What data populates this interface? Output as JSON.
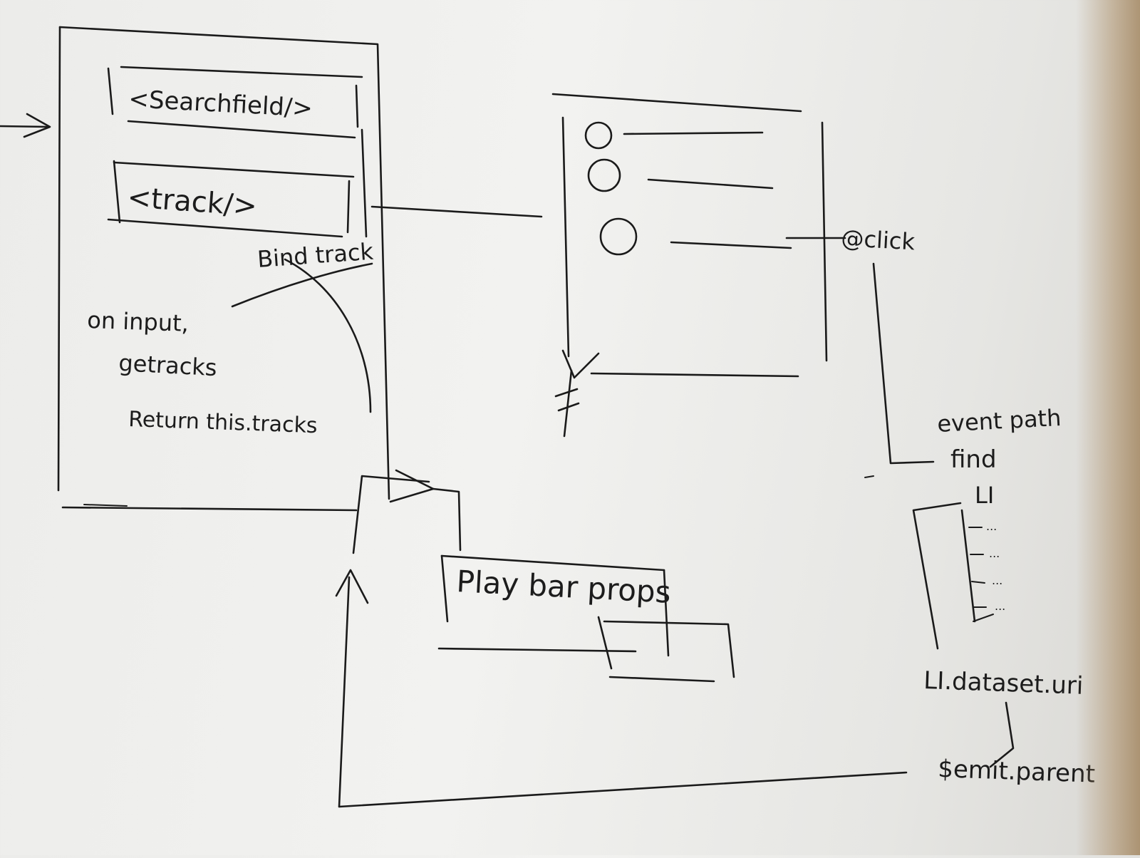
{
  "labels": {
    "search_field": "<Searchfield/>",
    "track": "<track/>",
    "bind_track": "Bind track",
    "on_input": "on input,",
    "get_tracks": "getracks",
    "return_tracks": "Return this.tracks",
    "click": "@click",
    "event_path": "event path",
    "find": "find",
    "li": "LI",
    "li_dataset": "LI.dataset.uri",
    "emit_parent": "$emit.parent",
    "playbar_props": "Play bar props"
  }
}
